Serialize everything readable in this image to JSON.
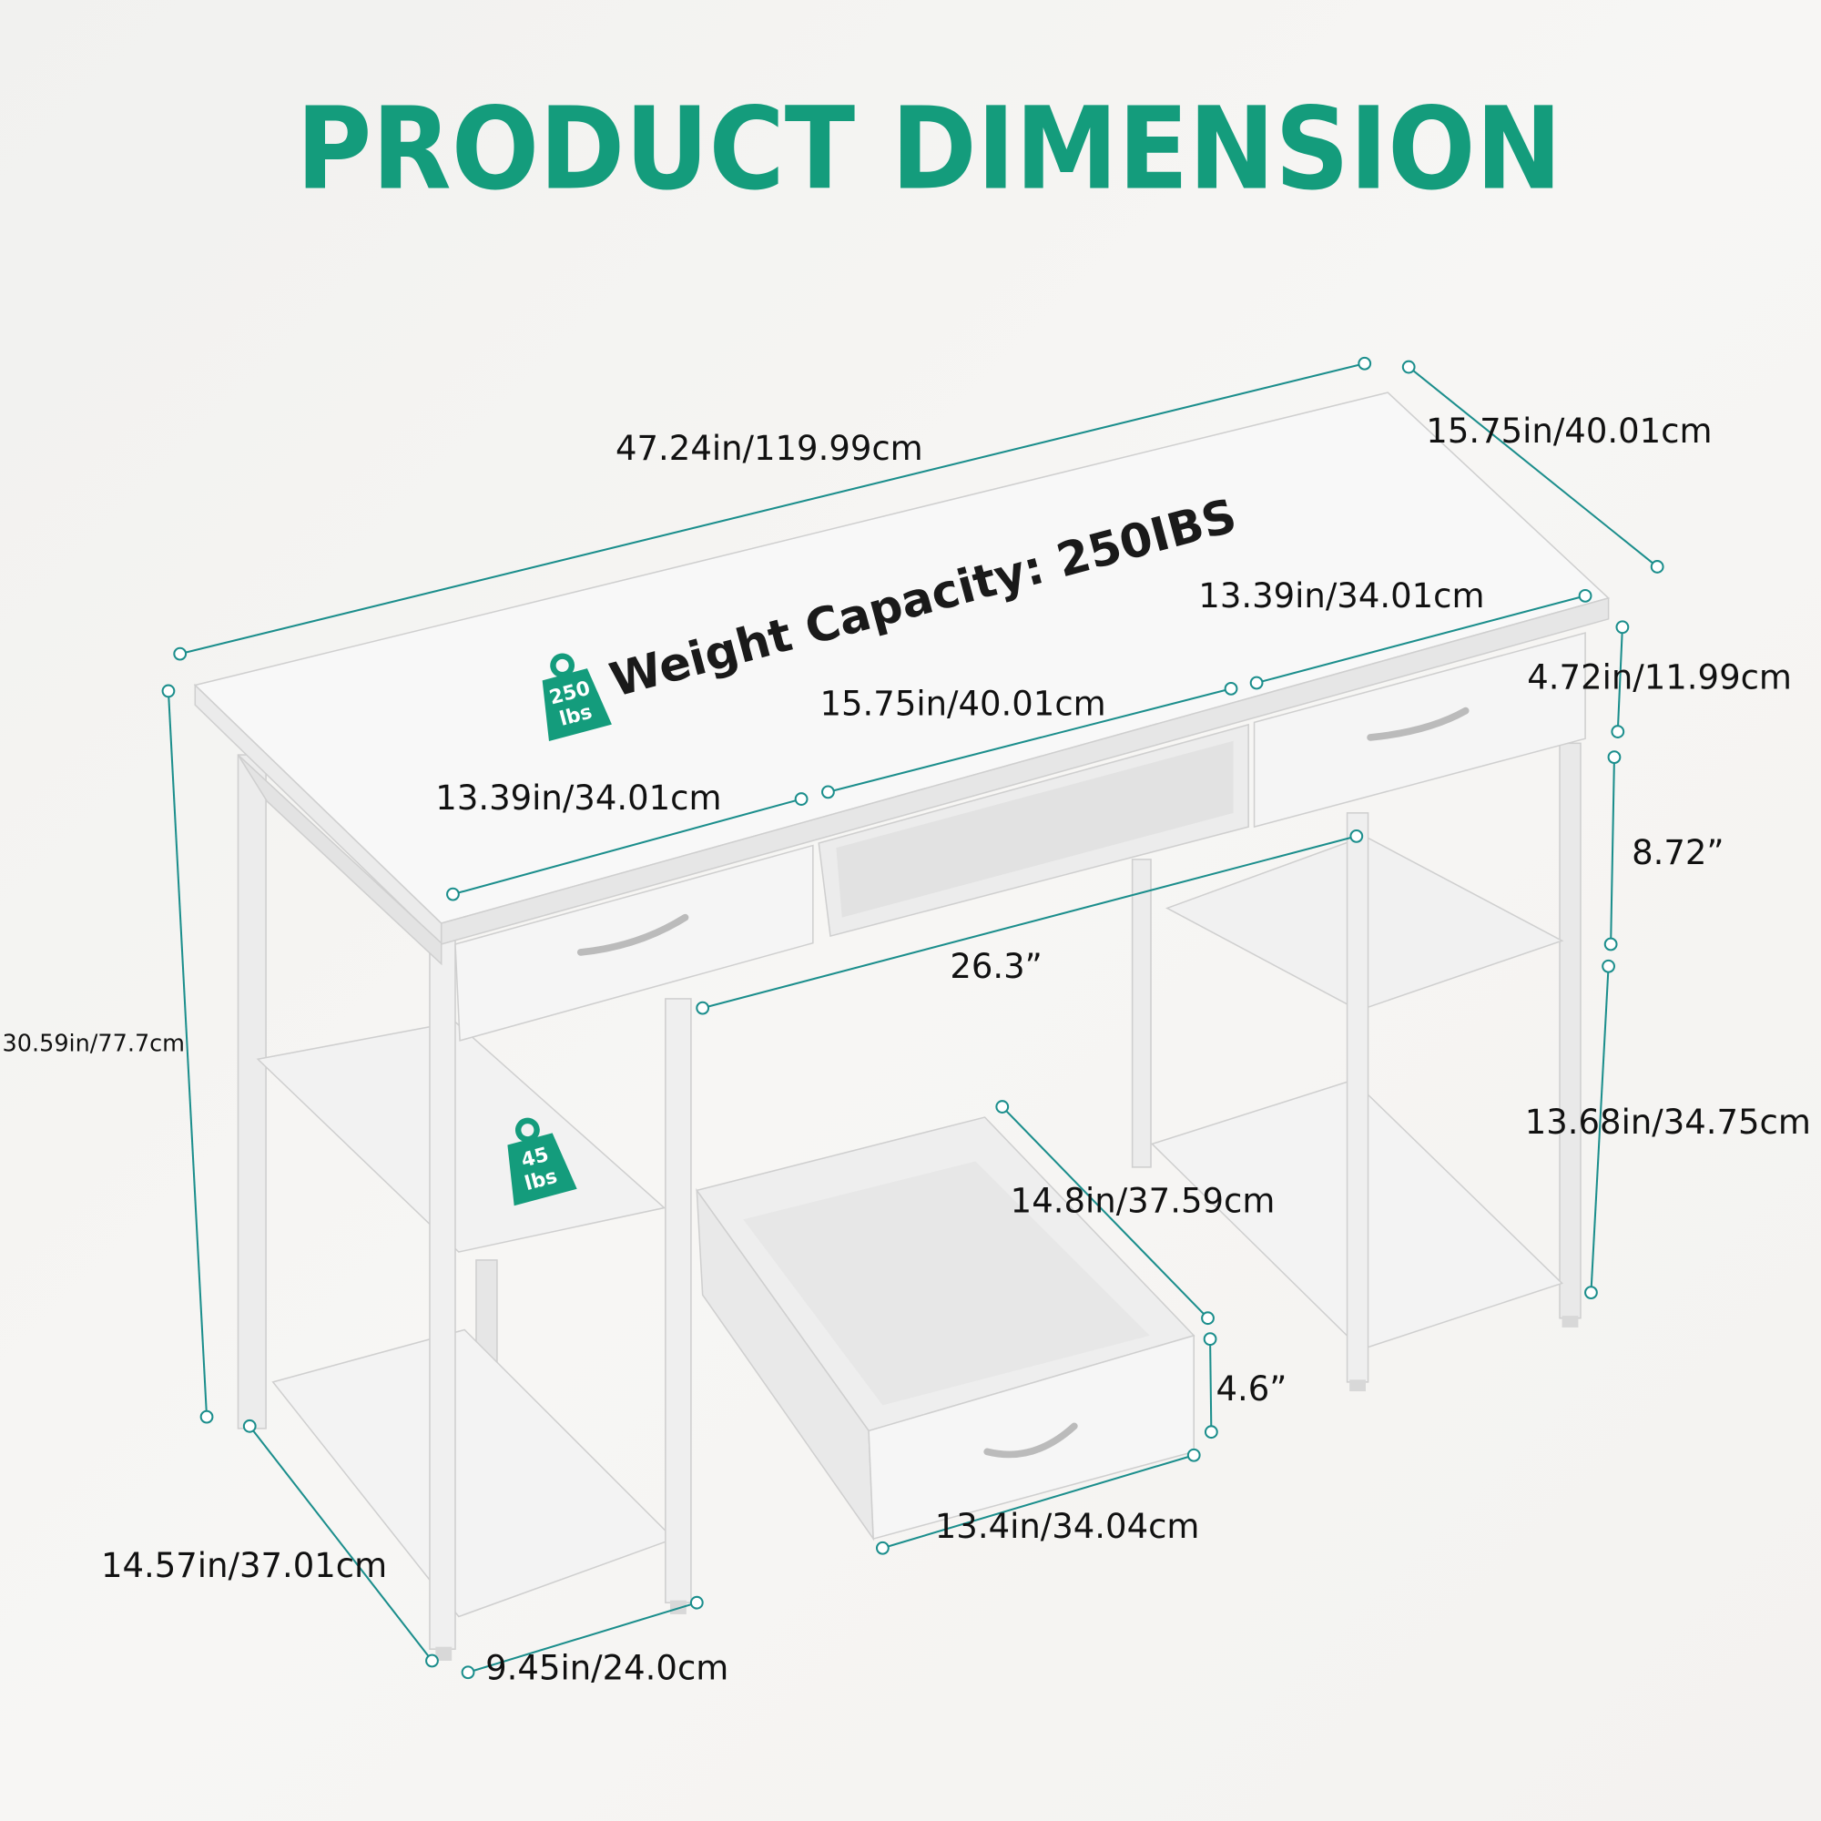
{
  "title": "PRODUCT DIMENSION",
  "weight_capacity": "Weight Capacity: 250IBS",
  "badges": {
    "top": {
      "number": "250",
      "unit": "lbs"
    },
    "shelf": {
      "number": "45",
      "unit": "lbs"
    }
  },
  "dimensions": {
    "desk_width": "47.24in/119.99cm",
    "desk_depth": "15.75in/40.01cm",
    "right_drawer_width": "13.39in/34.01cm",
    "drawer_height": "4.72in/11.99cm",
    "middle_width": "15.75in/40.01cm",
    "left_drawer_width": "13.39in/34.01cm",
    "upper_shelf_gap": "8.72”",
    "knee_width": "26.3”",
    "desk_height": "30.59in/77.7cm",
    "lower_shelf_gap": "13.68in/34.75cm",
    "pullout_depth": "14.8in/37.59cm",
    "pullout_height": "4.6”",
    "pullout_width": "13.4in/34.04cm",
    "side_depth": "14.57in/37.01cm",
    "side_width": "9.45in/24.0cm"
  },
  "colors": {
    "accent": "#149c7c",
    "dimension_line": "#1b8e8c",
    "text": "#111111"
  }
}
